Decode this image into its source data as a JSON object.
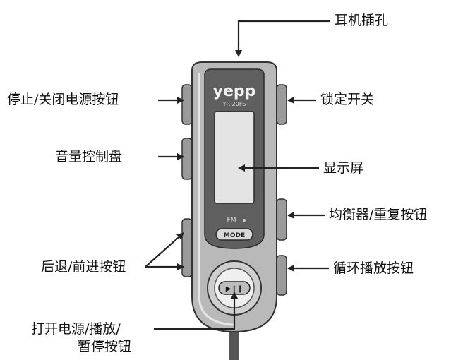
{
  "device": {
    "brand": "yepp",
    "model": "YR-20FS",
    "fm_label": "FM",
    "mode_label": "MODE",
    "play_symbol": "▶❙❙"
  },
  "labels": {
    "headphone_jack": "耳机插孔",
    "stop_power_off": "停止/关闭电源按钮",
    "volume_dial": "音量控制盘",
    "lock_switch": "锁定开关",
    "display": "显示屏",
    "equalizer_repeat": "均衡器/重复按钮",
    "back_forward": "后退/前进按钮",
    "loop_play": "循环播放按钮",
    "power_play_line1": "打开电源/播放/",
    "power_play_line2": "暂停按钮"
  },
  "colors": {
    "body": "#b9b9b9",
    "body_dark": "#8d8d8d",
    "panel": "#5f5f5f",
    "screen": "#e4e4e4",
    "line": "#222222"
  }
}
